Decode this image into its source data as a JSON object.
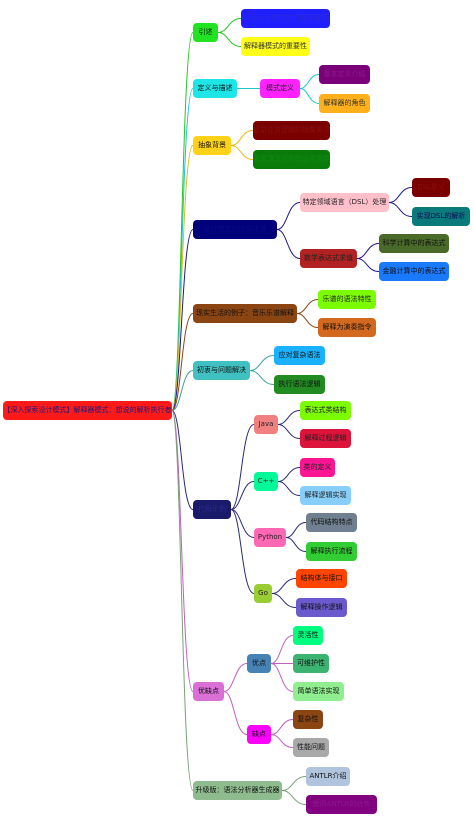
{
  "root": {
    "label": "【深入探索设计模式】解释器模式：想说的解析执行者",
    "bg": "#ff1a1a",
    "fg": "#1a1a7a"
  },
  "branches": [
    {
      "label": "引述",
      "bg": "#22e322",
      "fg": "#111111",
      "children": [
        {
          "label": "什么是设计模式中的解释器模式",
          "bg": "#1f1fff",
          "fg": "#2b2bd6"
        },
        {
          "label": "解释器模式的重要性",
          "bg": "#ffff1a",
          "fg": "#333333"
        }
      ]
    },
    {
      "label": "定义与描述",
      "bg": "#1fe6e6",
      "fg": "#111111",
      "children": [
        {
          "label": "模式定义",
          "bg": "#ff22ff",
          "fg": "#222222",
          "children": [
            {
              "label": "基本定义介绍",
              "bg": "#7a007a",
              "fg": "#8a1a8a"
            },
            {
              "label": "解释器的角色",
              "bg": "#ffb01a",
              "fg": "#333333"
            }
          ]
        }
      ]
    },
    {
      "label": "抽象背景",
      "bg": "#ffd21a",
      "fg": "#111111",
      "children": [
        {
          "label": "复杂业务逻辑的抽象需求",
          "bg": "#7a0000",
          "fg": "#8a1010"
        },
        {
          "label": "简单语法规则的运用需要",
          "bg": "#0a7a0a",
          "fg": "#108a10"
        }
      ]
    },
    {
      "label": "设计模式的应用场景",
      "bg": "#00007a",
      "fg": "#0a0a8a",
      "children": [
        {
          "label": "特定领域语言（DSL）处理",
          "bg": "#ffc0cb",
          "fg": "#222222",
          "children": [
            {
              "label": "DSL意义",
              "bg": "#7a0000",
              "fg": "#8a1010"
            },
            {
              "label": "实现DSL的解析",
              "bg": "#0a7a7a",
              "fg": "#0a0a5a"
            }
          ]
        },
        {
          "label": "数学表达式求值",
          "bg": "#b22222",
          "fg": "#222222",
          "children": [
            {
              "label": "科学计算中的表达式",
              "bg": "#4a6a2a",
              "fg": "#111111"
            },
            {
              "label": "金融计算中的表达式",
              "bg": "#1a7aff",
              "fg": "#111111"
            }
          ]
        }
      ]
    },
    {
      "label": "现实生活的例子：音乐乐谱解释",
      "bg": "#8b4513",
      "fg": "#111111",
      "children": [
        {
          "label": "乐谱的语法特性",
          "bg": "#7cfc00",
          "fg": "#222222"
        },
        {
          "label": "解释为演奏指令",
          "bg": "#d2691e",
          "fg": "#111111"
        }
      ]
    },
    {
      "label": "初衷与问题解决",
      "bg": "#40c0c0",
      "fg": "#111111",
      "children": [
        {
          "label": "应对复杂语法",
          "bg": "#1ab2ff",
          "fg": "#111111"
        },
        {
          "label": "执行语法逻辑",
          "bg": "#228b22",
          "fg": "#111111"
        }
      ]
    },
    {
      "label": "代码示例",
      "bg": "#1a1a6a",
      "fg": "#2a2a8a",
      "children": [
        {
          "label": "Java",
          "bg": "#f08080",
          "fg": "#222222",
          "children": [
            {
              "label": "表达式类结构",
              "bg": "#7cfc00",
              "fg": "#222222"
            },
            {
              "label": "解释过程逻辑",
              "bg": "#dc143c",
              "fg": "#222222"
            }
          ]
        },
        {
          "label": "C++",
          "bg": "#00fa9a",
          "fg": "#222222",
          "children": [
            {
              "label": "类的定义",
              "bg": "#ff1493",
              "fg": "#222222"
            },
            {
              "label": "解释逻辑实现",
              "bg": "#87cefa",
              "fg": "#222222"
            }
          ]
        },
        {
          "label": "Python",
          "bg": "#ff69b4",
          "fg": "#222222",
          "children": [
            {
              "label": "代码结构特点",
              "bg": "#708090",
              "fg": "#111111"
            },
            {
              "label": "解释执行流程",
              "bg": "#32cd32",
              "fg": "#111111"
            }
          ]
        },
        {
          "label": "Go",
          "bg": "#9acd32",
          "fg": "#222222",
          "children": [
            {
              "label": "结构体与接口",
              "bg": "#ff4500",
              "fg": "#111111"
            },
            {
              "label": "解释操作逻辑",
              "bg": "#6a5acd",
              "fg": "#111111"
            }
          ]
        }
      ]
    },
    {
      "label": "优缺点",
      "bg": "#da70d6",
      "fg": "#111111",
      "children": [
        {
          "label": "优点",
          "bg": "#4682b4",
          "fg": "#111111",
          "children": [
            {
              "label": "灵活性",
              "bg": "#00ff7f",
              "fg": "#111111"
            },
            {
              "label": "可维护性",
              "bg": "#3cb371",
              "fg": "#111111"
            },
            {
              "label": "简单语法实现",
              "bg": "#90ee90",
              "fg": "#111111"
            }
          ]
        },
        {
          "label": "缺点",
          "bg": "#ff00ff",
          "fg": "#111111",
          "children": [
            {
              "label": "复杂性",
              "bg": "#8b4513",
              "fg": "#111111"
            },
            {
              "label": "性能问题",
              "bg": "#a9a9a9",
              "fg": "#111111"
            }
          ]
        }
      ]
    },
    {
      "label": "升级版：语法分析器生成器",
      "bg": "#8fbc8f",
      "fg": "#111111",
      "children": [
        {
          "label": "ANTLR介绍",
          "bg": "#b0c4de",
          "fg": "#111111"
        },
        {
          "label": "使用ANTLR的优势",
          "bg": "#800080",
          "fg": "#8a1a8a"
        }
      ]
    }
  ]
}
